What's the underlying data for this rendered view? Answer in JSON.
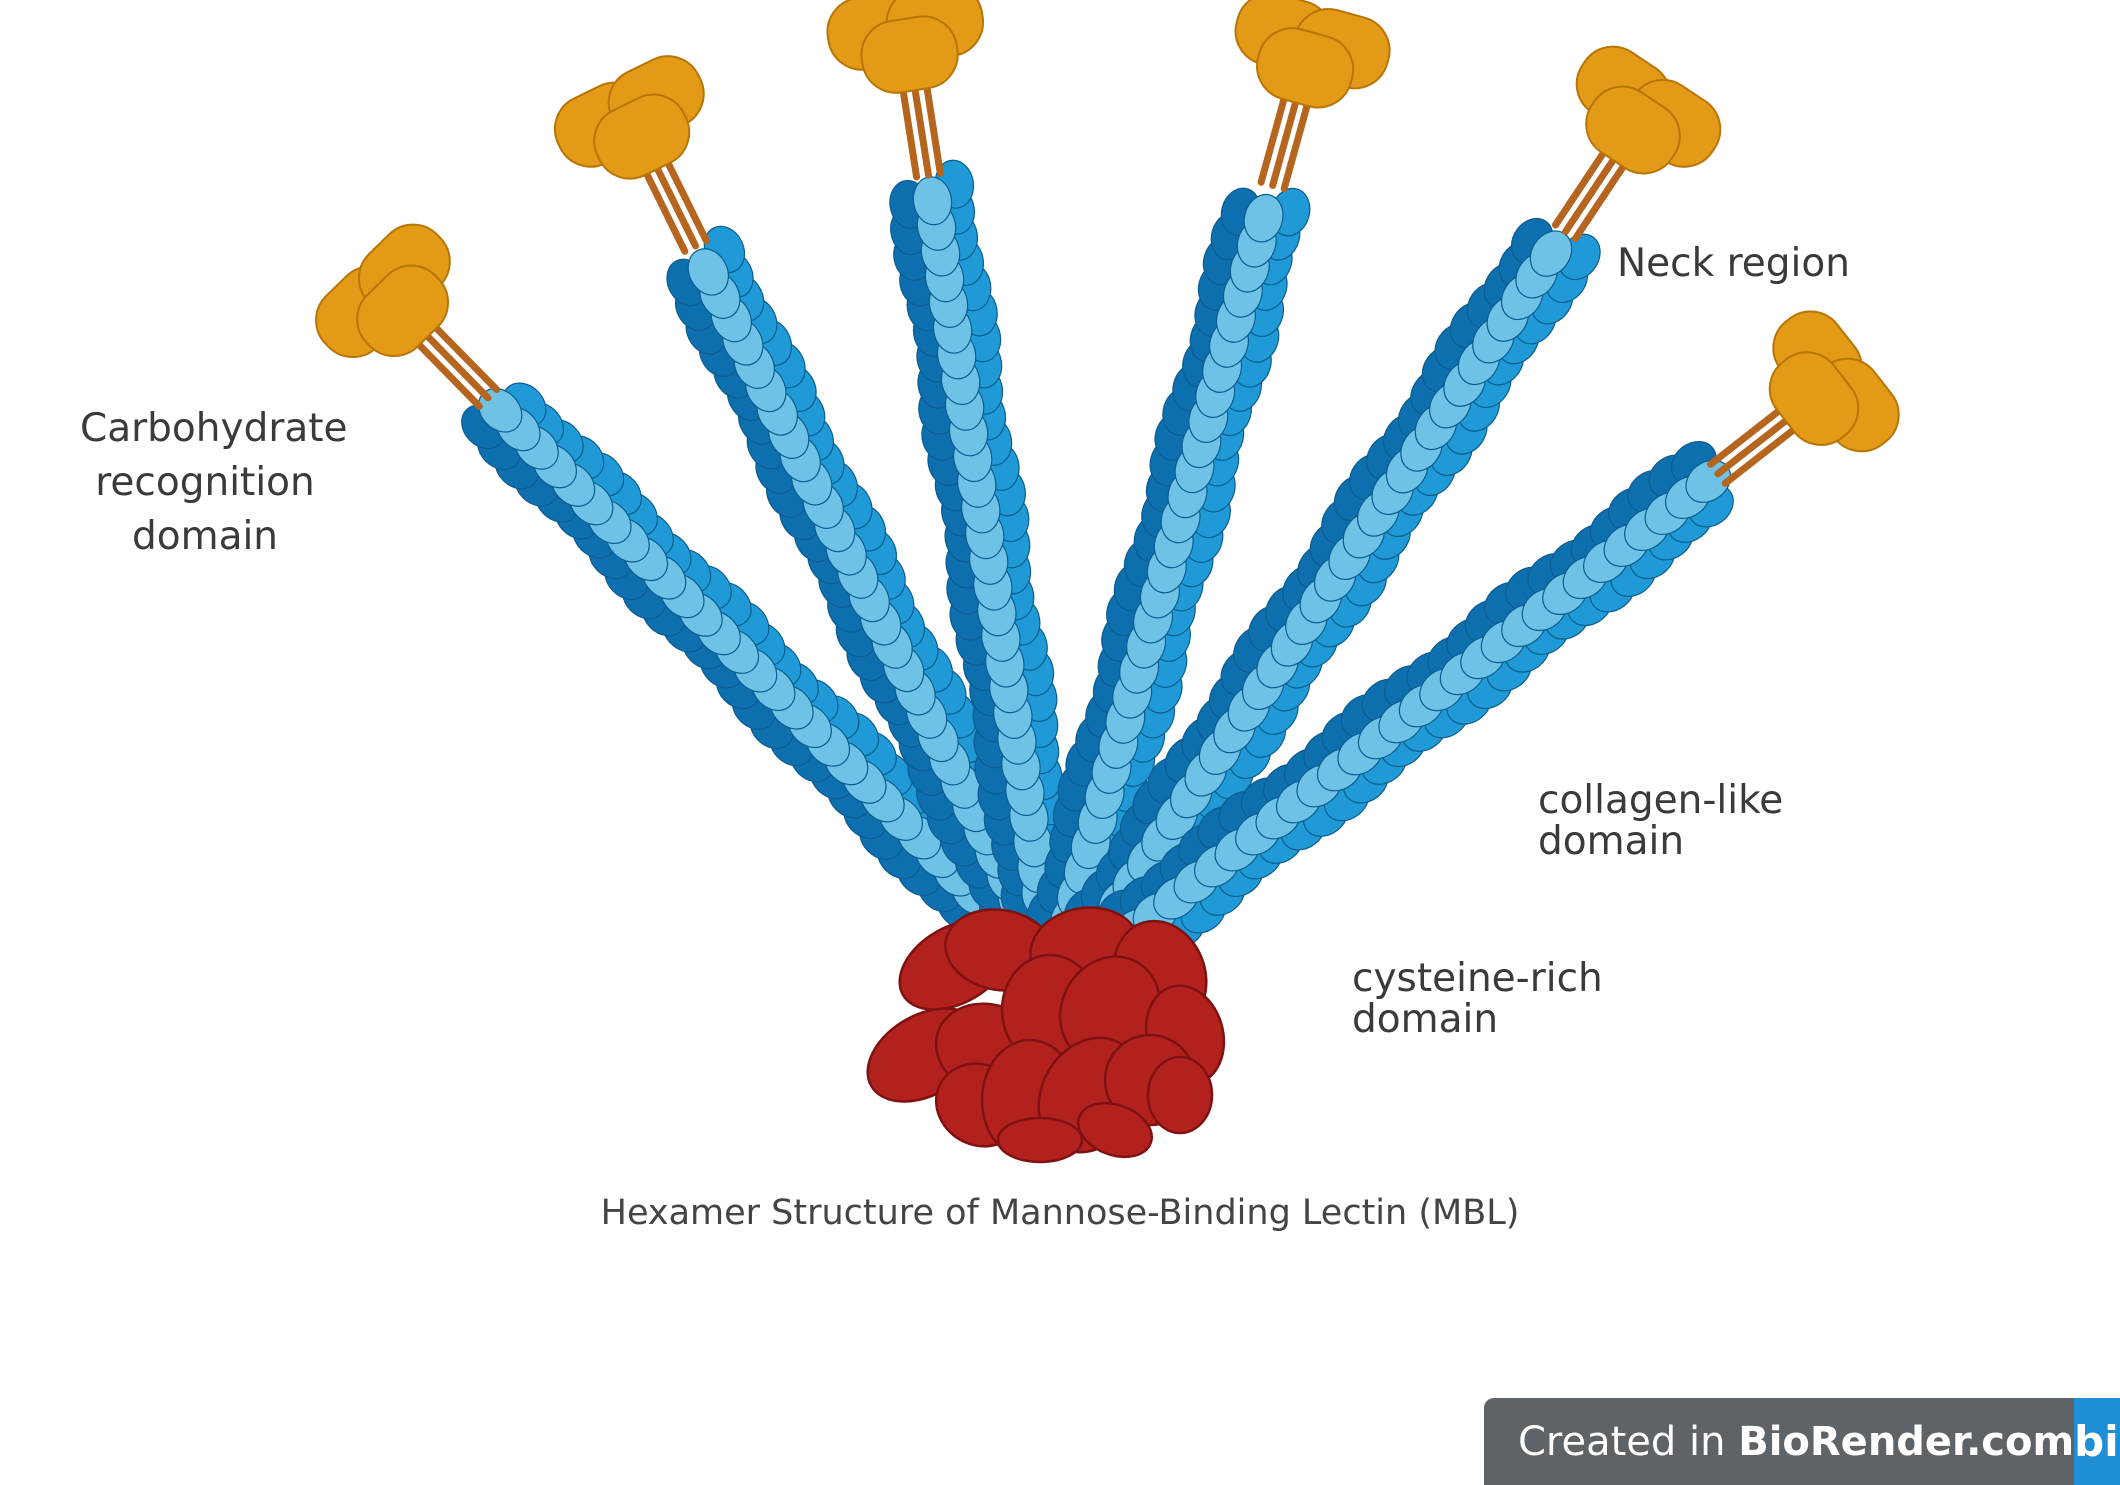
{
  "labels": {
    "crd": [
      "Carbohydrate",
      "recognition",
      "domain"
    ],
    "neck": "Neck region",
    "collagen": [
      "collagen-like",
      "domain"
    ],
    "cysteine": [
      "cysteine-rich",
      "domain"
    ]
  },
  "caption": "Hexamer Structure of Mannose-Binding Lectin (MBL)",
  "badge": {
    "prefix": "Created in ",
    "brand": "BioRender.com",
    "logo": "bio"
  },
  "colors": {
    "crd_orange": "#e39a16",
    "neck_stalk": "#b5651d",
    "collagen_dark": "#0e6fae",
    "collagen_mid": "#1f9ad6",
    "collagen_light": "#6ec2e6",
    "cysteine_red": "#b3211f",
    "badge_bg": "#5d6367",
    "badge_logo": "#1e8fd6"
  }
}
